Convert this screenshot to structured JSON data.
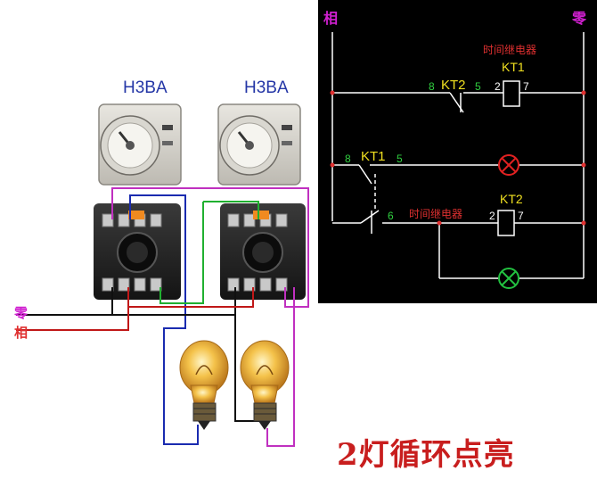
{
  "left_panel": {
    "timer_models": [
      "H3BA",
      "H3BA"
    ],
    "line_labels": {
      "neutral": "零",
      "phase": "相"
    },
    "caption": "2灯循环点亮"
  },
  "schematic": {
    "phase_label": "相",
    "neutral_label": "零",
    "relay1": {
      "name": "KT1",
      "title": "时间继电器",
      "pin_a": "2",
      "pin_b": "7"
    },
    "relay2": {
      "name": "KT2",
      "title": "时间继电器",
      "pin_a": "2",
      "pin_b": "7"
    },
    "contact_kt2": {
      "name": "KT2",
      "pin_a": "8",
      "pin_b": "5"
    },
    "contact_kt1_no": {
      "name": "KT1",
      "pin_a": "8",
      "pin_b": "5"
    },
    "contact_kt1_nc": {
      "pin": "6"
    }
  },
  "colors": {
    "schematic_bg": "#000000",
    "schematic_line": "#ffffff",
    "lamp_red": "#e02020",
    "lamp_green": "#22c040",
    "label_magenta": "#d020d0",
    "label_red": "#e03030",
    "label_yellow": "#f0e020",
    "pin_green": "#30d040",
    "wire_blue": "#1a2bb0",
    "wire_magenta": "#c030c0",
    "wire_green": "#20b030",
    "wire_red": "#c01818",
    "wire_black": "#101010",
    "model_text": "#2436a6"
  }
}
